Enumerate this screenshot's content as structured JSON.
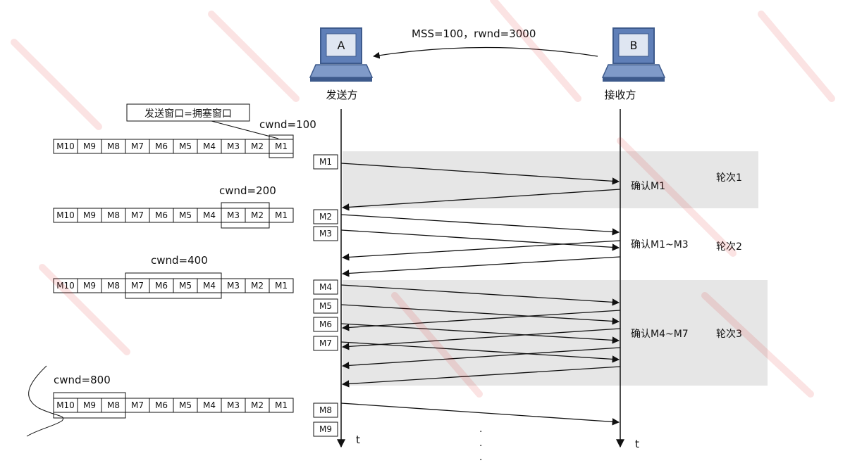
{
  "header": {
    "params": "MSS=100，rwnd=3000"
  },
  "hosts": [
    {
      "letter": "A",
      "label": "发送方"
    },
    {
      "letter": "B",
      "label": "接收方"
    }
  ],
  "callout": "发送窗口=拥塞窗口",
  "segments": [
    "M10",
    "M9",
    "M8",
    "M7",
    "M6",
    "M5",
    "M4",
    "M3",
    "M2",
    "M1"
  ],
  "windows": [
    {
      "cwnd": "cwnd=100"
    },
    {
      "cwnd": "cwnd=200"
    },
    {
      "cwnd": "cwnd=400"
    },
    {
      "cwnd": "cwnd=800"
    }
  ],
  "messages": [
    "M1",
    "M2",
    "M3",
    "M4",
    "M5",
    "M6",
    "M7",
    "M8",
    "M9"
  ],
  "acks": [
    "确认M1",
    "确认M1~M3",
    "确认M4~M7"
  ],
  "rounds": [
    "轮次1",
    "轮次2",
    "轮次3"
  ],
  "time_label": "t",
  "ellipsis": ".",
  "colors": {
    "host_blue": "#5f7fb8",
    "host_dark": "#3d5a8c",
    "round_band": "#e6e6e6",
    "watermark": "#e01b1b"
  },
  "icons": [
    "computer-icon"
  ]
}
